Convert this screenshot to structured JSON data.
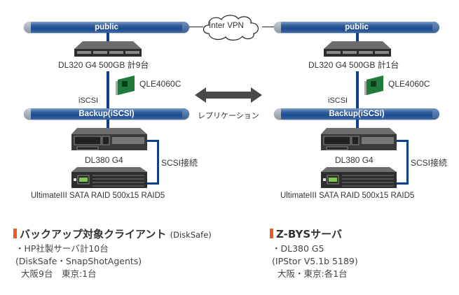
{
  "left_site": {
    "public_network": "public",
    "front_server": "DL320 G4 500GB 計9台",
    "hba": "QLE4060C",
    "iscsi_label": "iSCSI",
    "backup_network": "Backup(iSCSI)",
    "storage_server": "DL380 G4",
    "scsi_link": "SCSI接続",
    "raid": "UltimateIII SATA RAID 500x15 RAID5"
  },
  "right_site": {
    "public_network": "public",
    "front_server": "DL320 G4 500GB 計1台",
    "hba": "QLE4060C",
    "iscsi_label": "iSCSI",
    "backup_network": "Backup(iSCSI)",
    "storage_server": "DL380 G4",
    "scsi_link": "SCSI接続",
    "raid": "UltimateIII SATA RAID 500x15 RAID5"
  },
  "vpn_cloud": "Inter VPN",
  "replication_label": "レプリケーション",
  "clients_section": {
    "title": "バックアップ対象クライアント",
    "subtitle": "(DiskSafe)",
    "lines": [
      "・HP社製サーバ計10台",
      "(DiskSafe・SnapShotAgents)",
      "大阪9台　東京:1台"
    ]
  },
  "server_section": {
    "title": "Z-BYSサーバ",
    "lines": [
      "・DL380 G5",
      "(IPStor V5.1b 5189)",
      "大阪・東京:各1台"
    ]
  },
  "colors": {
    "accent": "#e85a2a",
    "network": "#1f4c8e"
  }
}
